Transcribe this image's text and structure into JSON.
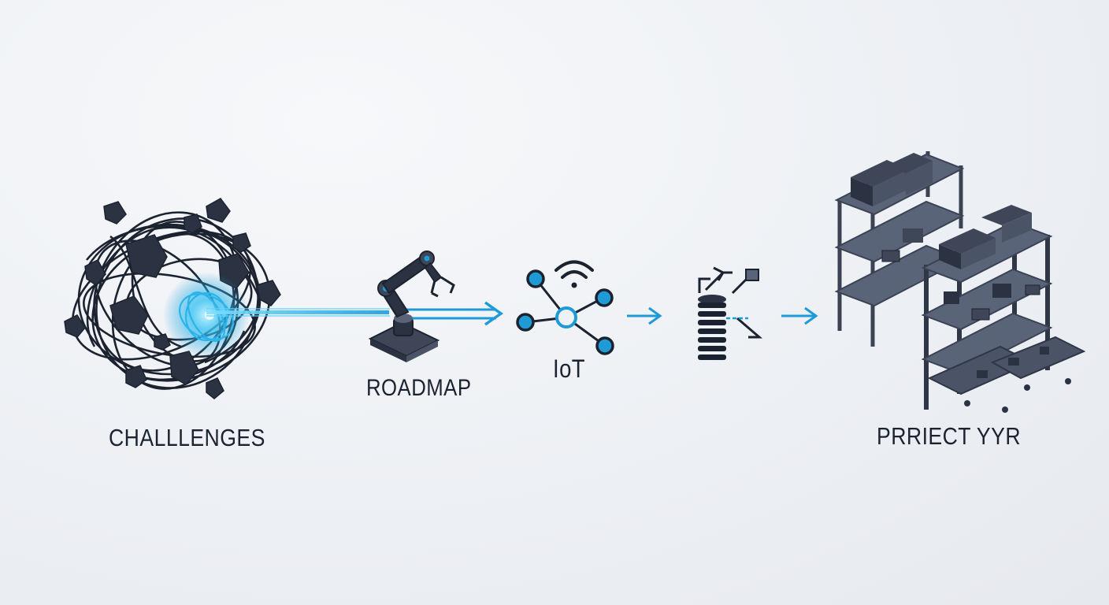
{
  "stages": {
    "challenges": "CHALLLENGES",
    "roadmap": "ROADMAP",
    "iot": "IoT",
    "project": "PRRIECT YYR"
  },
  "colors": {
    "accent": "#1e9bd7",
    "dark": "#1c2330",
    "shelf": "#4b5467",
    "background": "#edf0f4"
  },
  "icons": [
    "tangled-challenges-icon",
    "robot-arm-icon",
    "iot-network-icon",
    "wifi-icon",
    "data-stack-icon",
    "warehouse-shelving-icon"
  ]
}
